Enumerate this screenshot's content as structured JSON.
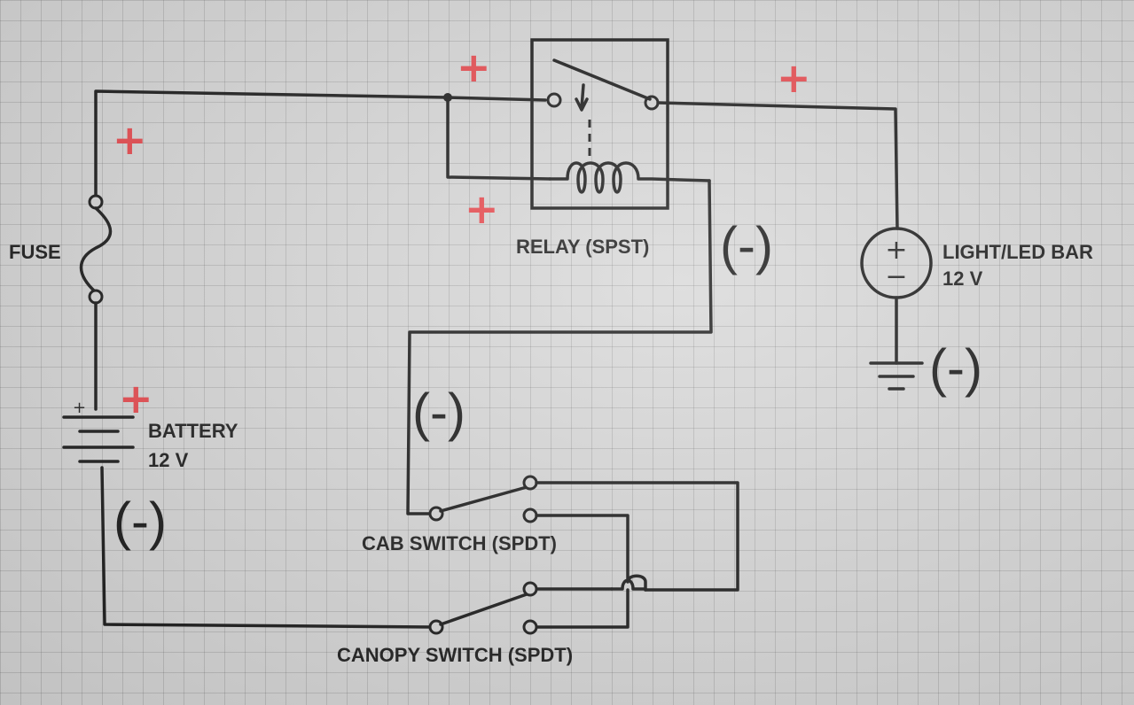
{
  "labels": {
    "fuse": "FUSE",
    "relay": "RELAY (SPST)",
    "light": "LIGHT/LED BAR",
    "light_voltage": "12 V",
    "battery": "BATTERY",
    "battery_voltage": "12 V",
    "cab_switch": "CAB SWITCH (SPDT)",
    "canopy_switch": "CANOPY SWITCH (SPDT)"
  },
  "polarity": {
    "plus": "+",
    "minus": "(-)",
    "symbol_plus": "+",
    "symbol_minus": "−"
  },
  "colors": {
    "wire": "#1c1c1c",
    "plus_marker": "#e84a4f",
    "paper": "#d8d8d8"
  }
}
